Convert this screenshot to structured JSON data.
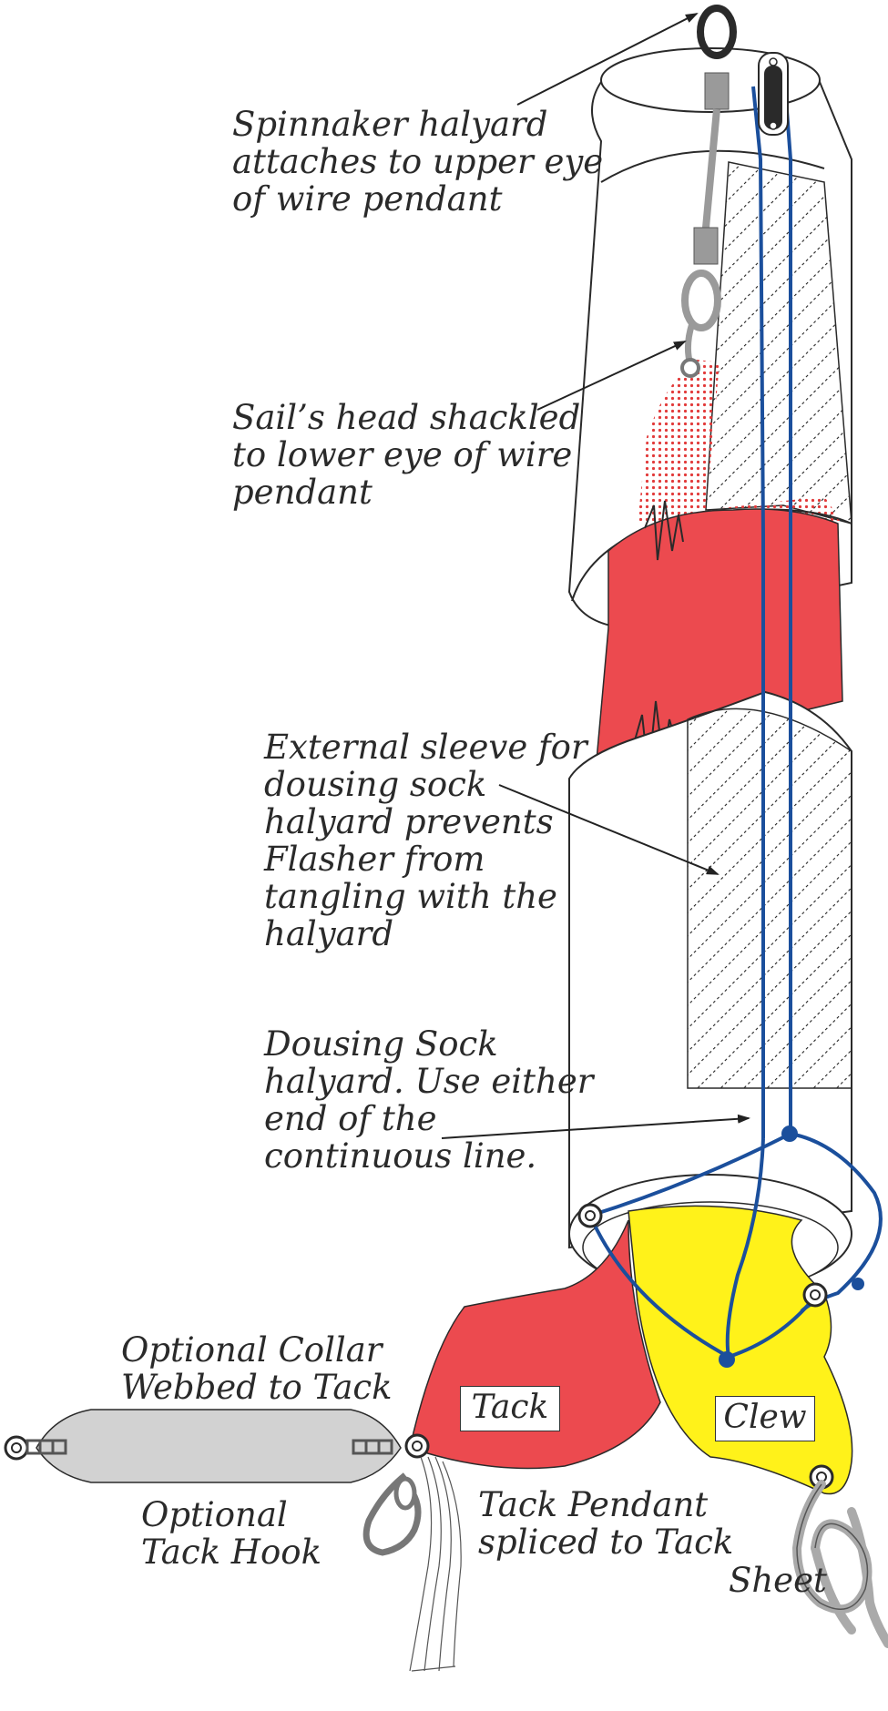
{
  "colors": {
    "red": "#ec4a4f",
    "yellow": "#fff21a",
    "blue": "#1b4f9c",
    "gray": "#9a9a9a",
    "collar_gray": "#d2d2d2",
    "outline": "#2a2a2a",
    "dot_red": "#e23a3a"
  },
  "labels": {
    "halyard_attach": [
      "Spinnaker halyard",
      "attaches to upper eye",
      "of wire pendant"
    ],
    "head_shackle": [
      "Sail’s head shackled",
      "to lower eye of wire",
      "pendant"
    ],
    "external_sleeve": [
      "External sleeve for",
      "dousing sock",
      "halyard prevents",
      "Flasher from",
      "tangling with the",
      "halyard"
    ],
    "sock_halyard": [
      "Dousing Sock",
      "halyard. Use either",
      "end of the",
      "continuous line."
    ],
    "optional_collar": [
      "Optional Collar",
      "Webbed to Tack"
    ],
    "optional_hook": [
      "Optional",
      "Tack Hook"
    ],
    "tack_pendant": [
      "Tack Pendant",
      "spliced to Tack"
    ],
    "sheet": "Sheet",
    "tack": "Tack",
    "clew": "Clew"
  },
  "icons": {
    "ring": "ring-icon",
    "shackle": "shackle-icon",
    "block": "block-icon",
    "hook": "hook-icon",
    "knot": "knot-icon",
    "grommet": "grommet-icon"
  }
}
